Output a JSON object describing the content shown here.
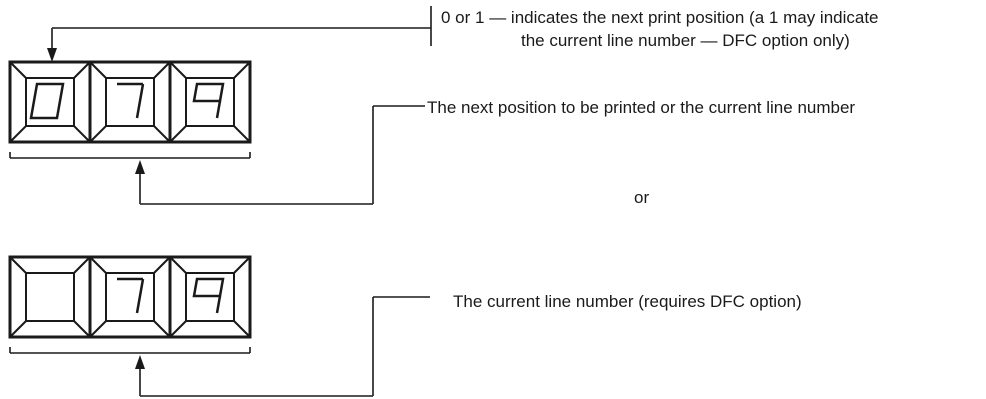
{
  "labels": {
    "top_line1": "0 or 1 — indicates the next print position (a 1 may indicate",
    "top_line2": "the current line number — DFC option only)",
    "next_position": "The next position to be printed or the current line number",
    "or": "or",
    "current_line": "The current line number (requires DFC option)"
  },
  "display_top": {
    "digits": [
      "0",
      "7",
      "9"
    ]
  },
  "display_bottom": {
    "digits": [
      "",
      "7",
      "9"
    ]
  },
  "colors": {
    "ink": "#1a1a1a",
    "background": "#ffffff"
  }
}
